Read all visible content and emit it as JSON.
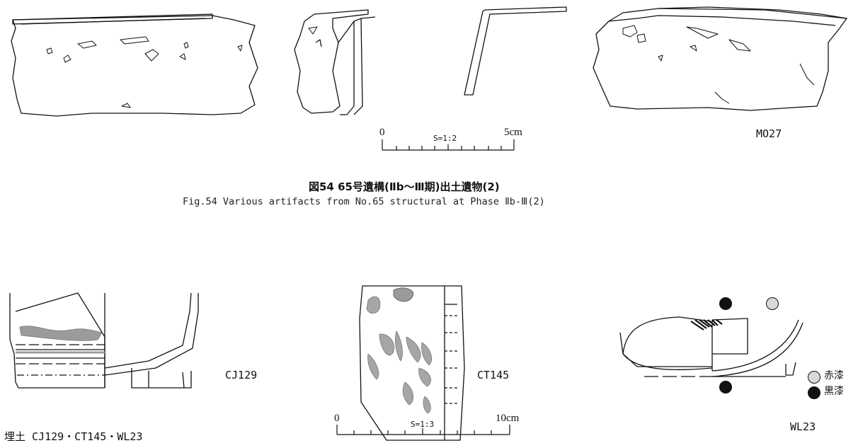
{
  "figure_top": {
    "caption_ja": "図54 65号遺構(Ⅱb〜Ⅲ期)出土遺物(2)",
    "caption_en": "Fig.54 Various artifacts from No.65 structural at Phase Ⅱb-Ⅲ(2)",
    "specimen_label": "MO27",
    "scale": {
      "ratio": "S=1:2",
      "start": "0",
      "end": "5cm"
    }
  },
  "figure_bottom": {
    "context_label": "埋土 CJ129・CT145・WL23",
    "specimens": [
      "CJ129",
      "CT145",
      "WL23"
    ],
    "scale": {
      "ratio": "S=1:3",
      "start": "0",
      "end": "10cm"
    },
    "legend": [
      {
        "label": "赤漆",
        "color": "#d8d8d8"
      },
      {
        "label": "黒漆",
        "color": "#111111"
      }
    ]
  }
}
